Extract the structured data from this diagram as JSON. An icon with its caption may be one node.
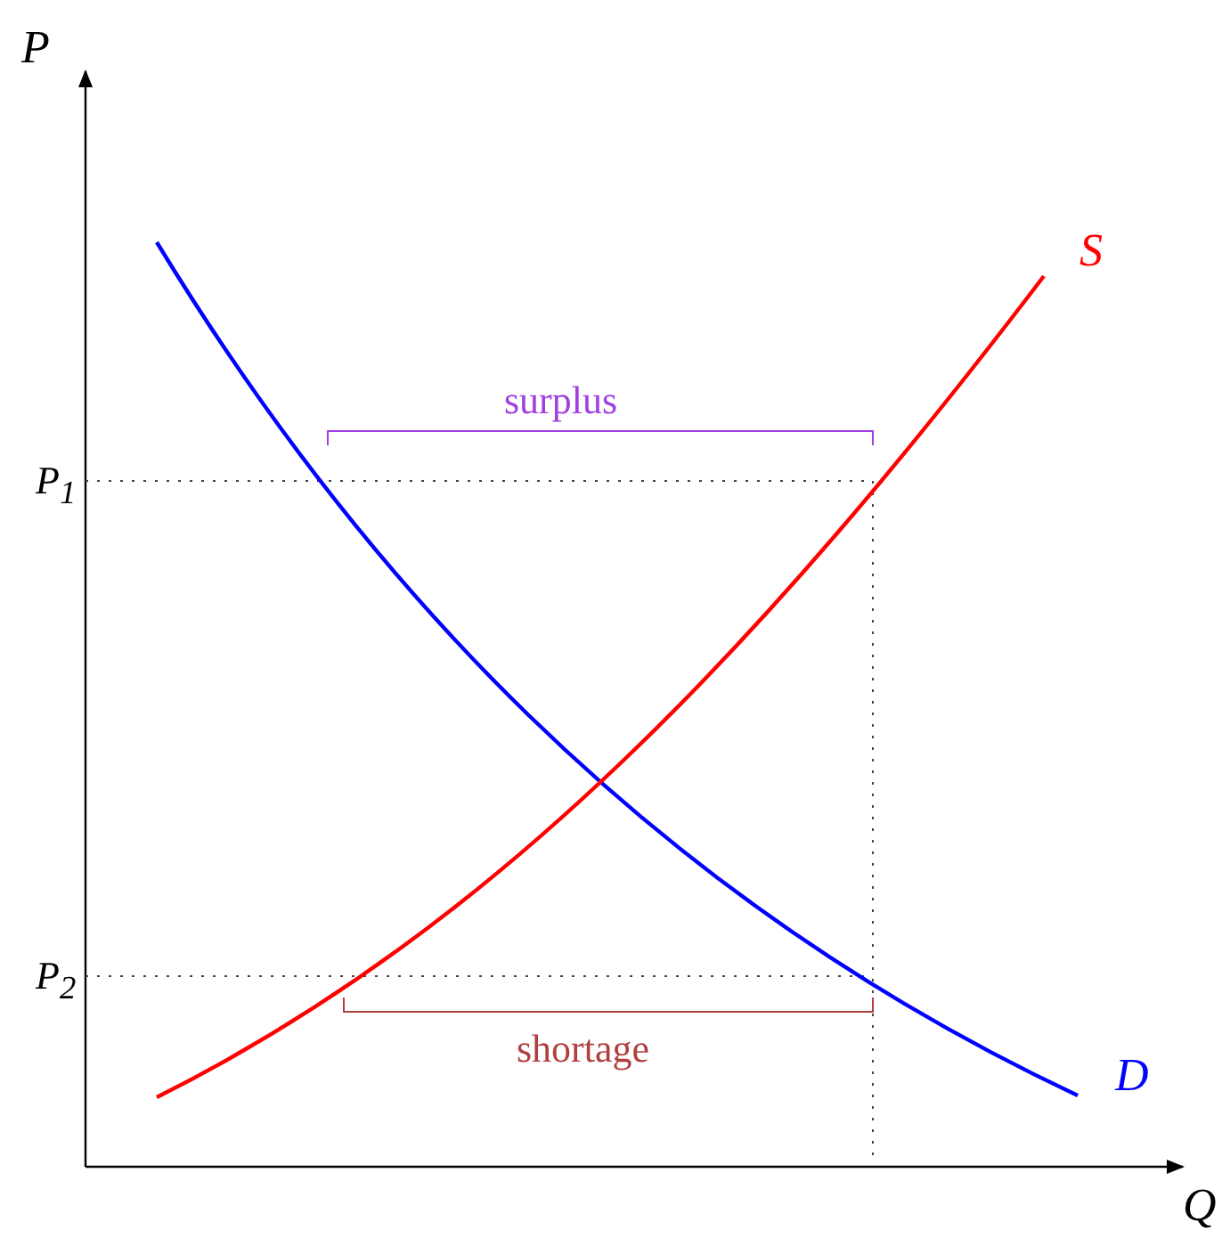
{
  "diagram": {
    "labels": [
      "P",
      "S",
      "surplus",
      "P$_{1}$",
      "P$_{2}$",
      "shortage",
      "D",
      "Q"
    ]
  }
}
